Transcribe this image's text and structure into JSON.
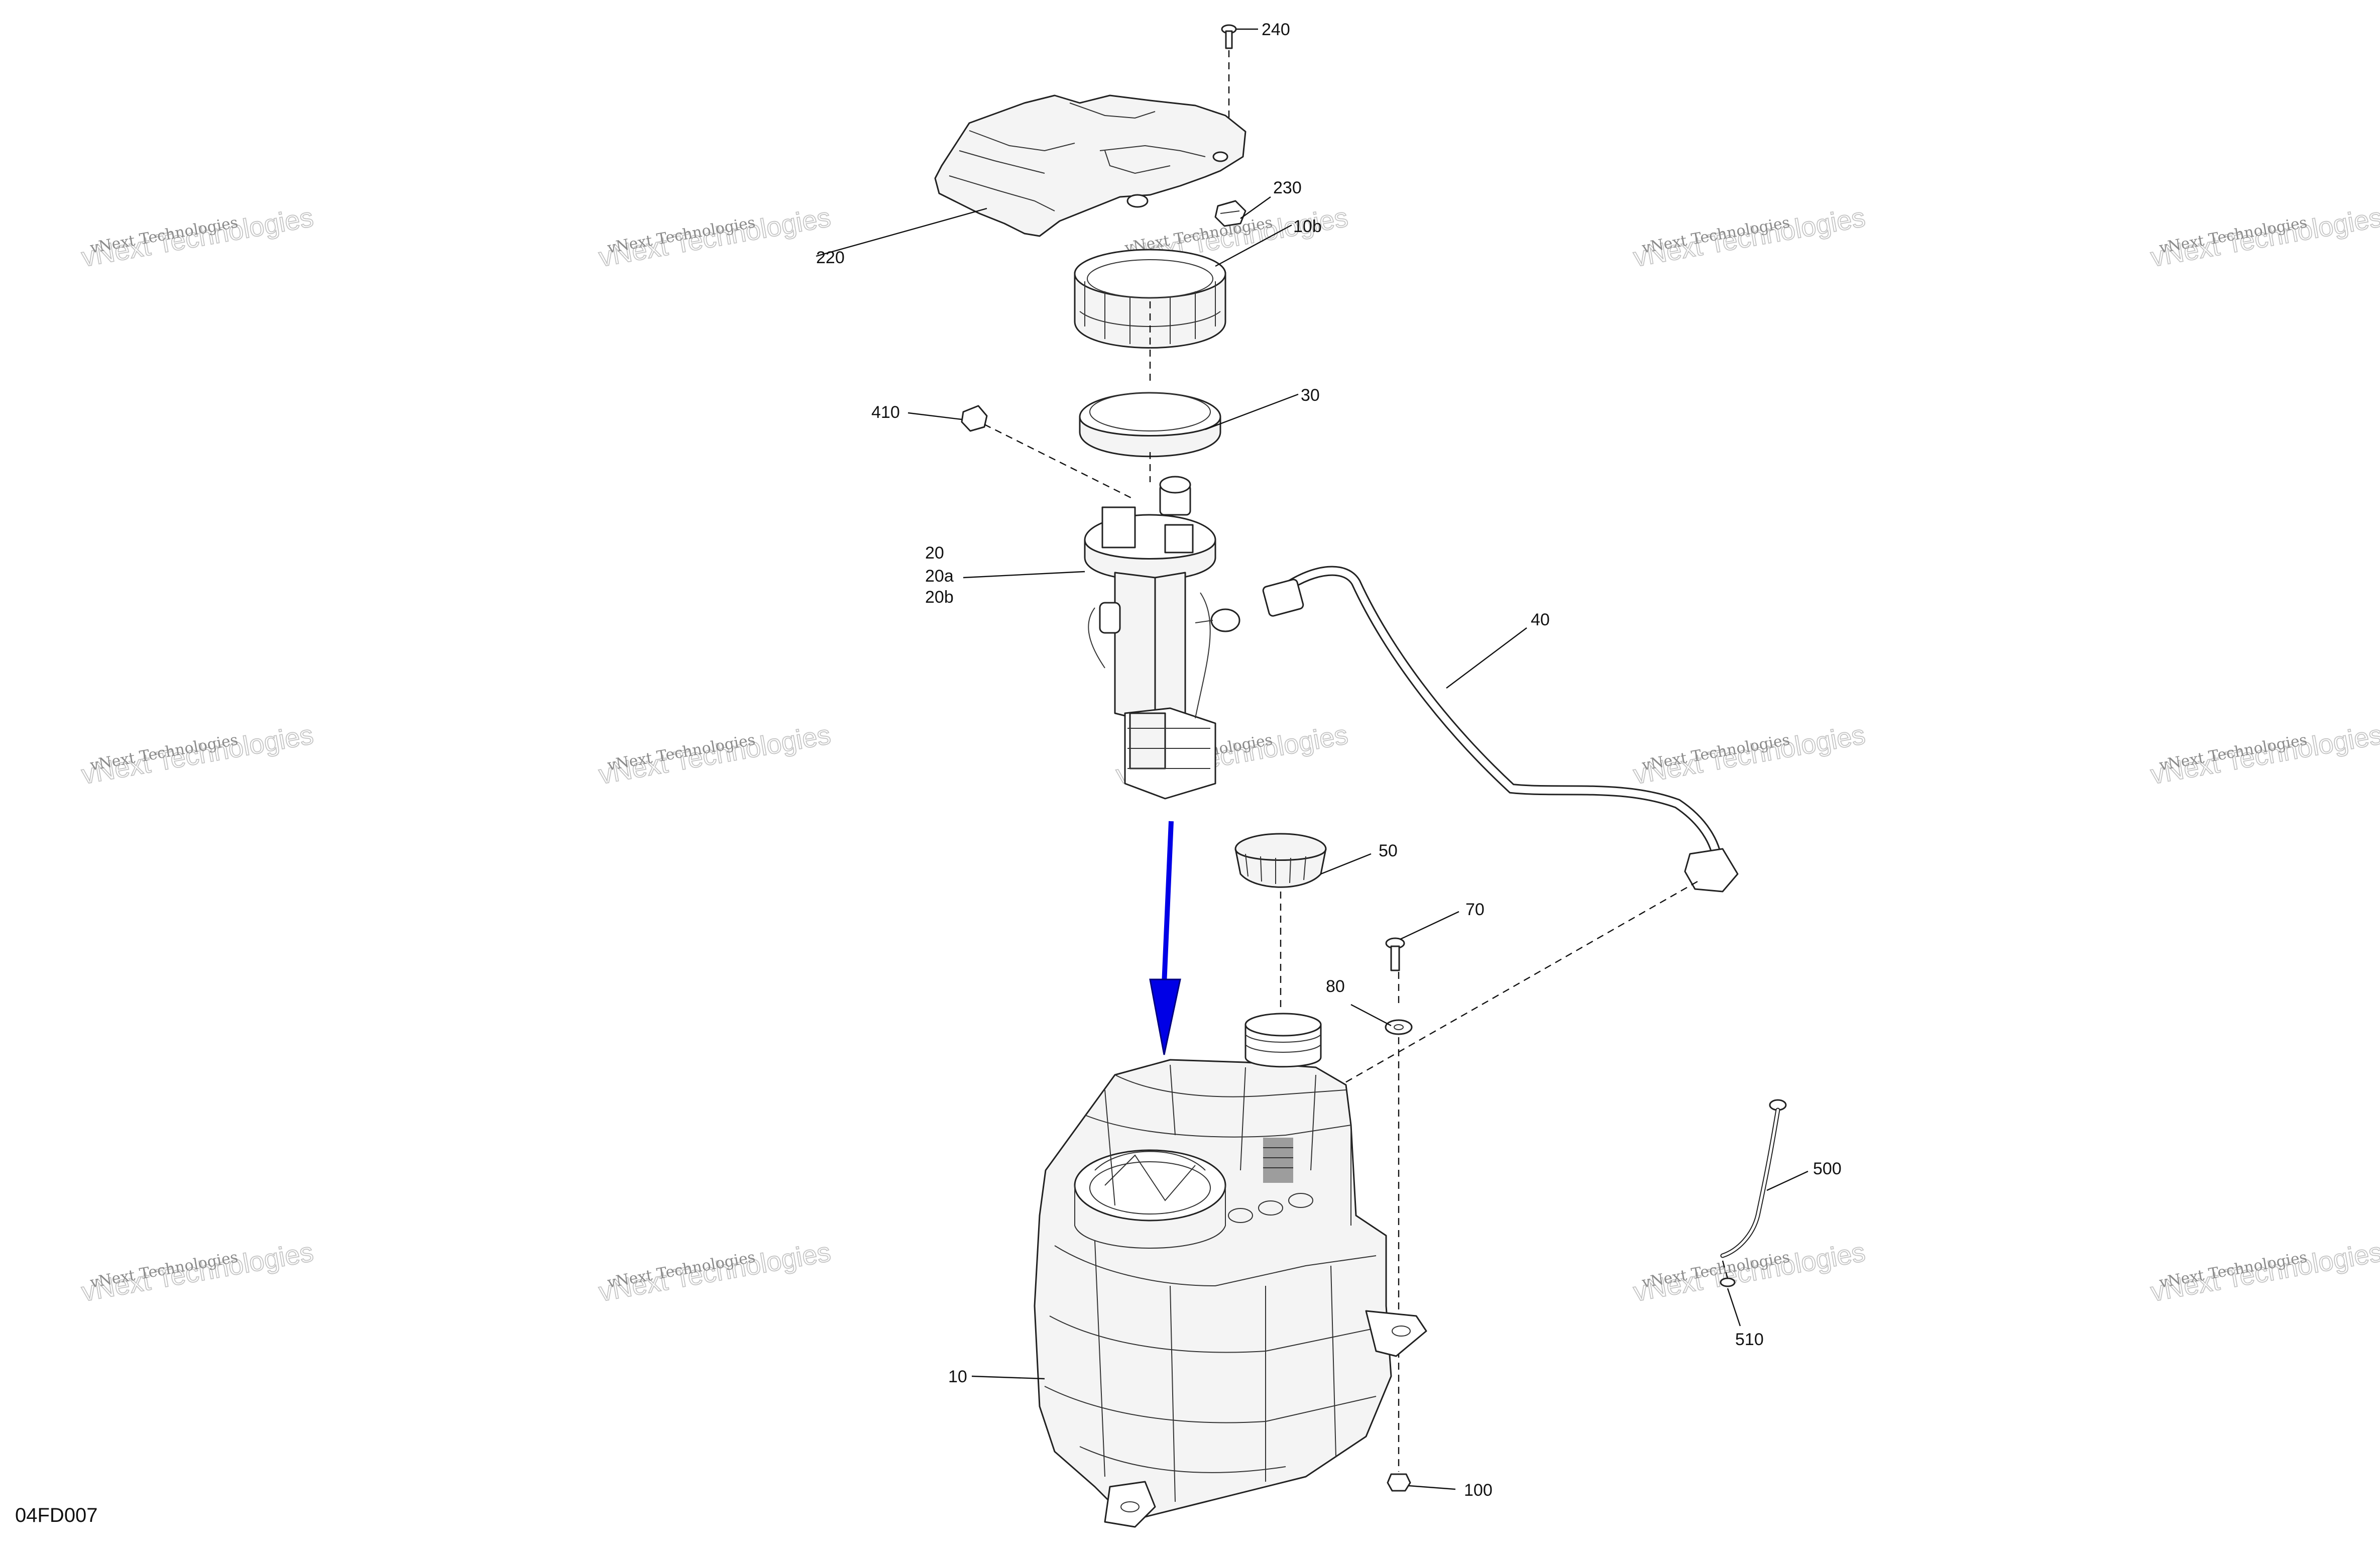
{
  "diagram": {
    "reference_code": "04FD007",
    "watermark": {
      "line1": "vNext Technologies",
      "line2": "vNext Technologies"
    },
    "arrow_color": "#0000e6",
    "callouts": [
      {
        "id": "240",
        "label": "240"
      },
      {
        "id": "230",
        "label": "230"
      },
      {
        "id": "220",
        "label": "220"
      },
      {
        "id": "10b",
        "label": "10b"
      },
      {
        "id": "30",
        "label": "30"
      },
      {
        "id": "410",
        "label": "410"
      },
      {
        "id": "20",
        "label": "20"
      },
      {
        "id": "20a",
        "label": "20a"
      },
      {
        "id": "20b",
        "label": "20b"
      },
      {
        "id": "40",
        "label": "40"
      },
      {
        "id": "50",
        "label": "50"
      },
      {
        "id": "70",
        "label": "70"
      },
      {
        "id": "80",
        "label": "80"
      },
      {
        "id": "500",
        "label": "500"
      },
      {
        "id": "510",
        "label": "510"
      },
      {
        "id": "10",
        "label": "10"
      },
      {
        "id": "100",
        "label": "100"
      }
    ]
  }
}
